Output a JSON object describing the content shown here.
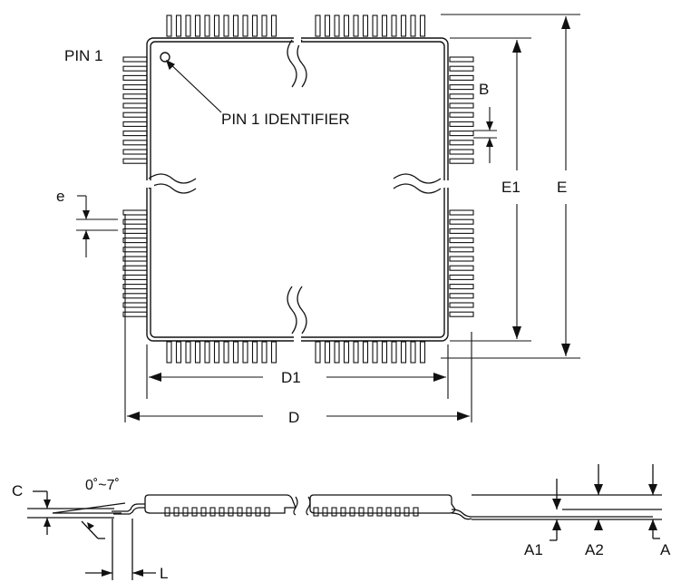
{
  "labels": {
    "pin1": "PIN 1",
    "pin1_identifier": "PIN 1 IDENTIFIER",
    "B": "B",
    "e": "e",
    "E1": "E1",
    "E": "E",
    "D1": "D1",
    "D": "D",
    "C": "C",
    "angle": "0˚~7˚",
    "L": "L",
    "A1": "A1",
    "A2": "A2",
    "A": "A"
  },
  "colors": {
    "line": "#111111",
    "background": "#ffffff"
  }
}
